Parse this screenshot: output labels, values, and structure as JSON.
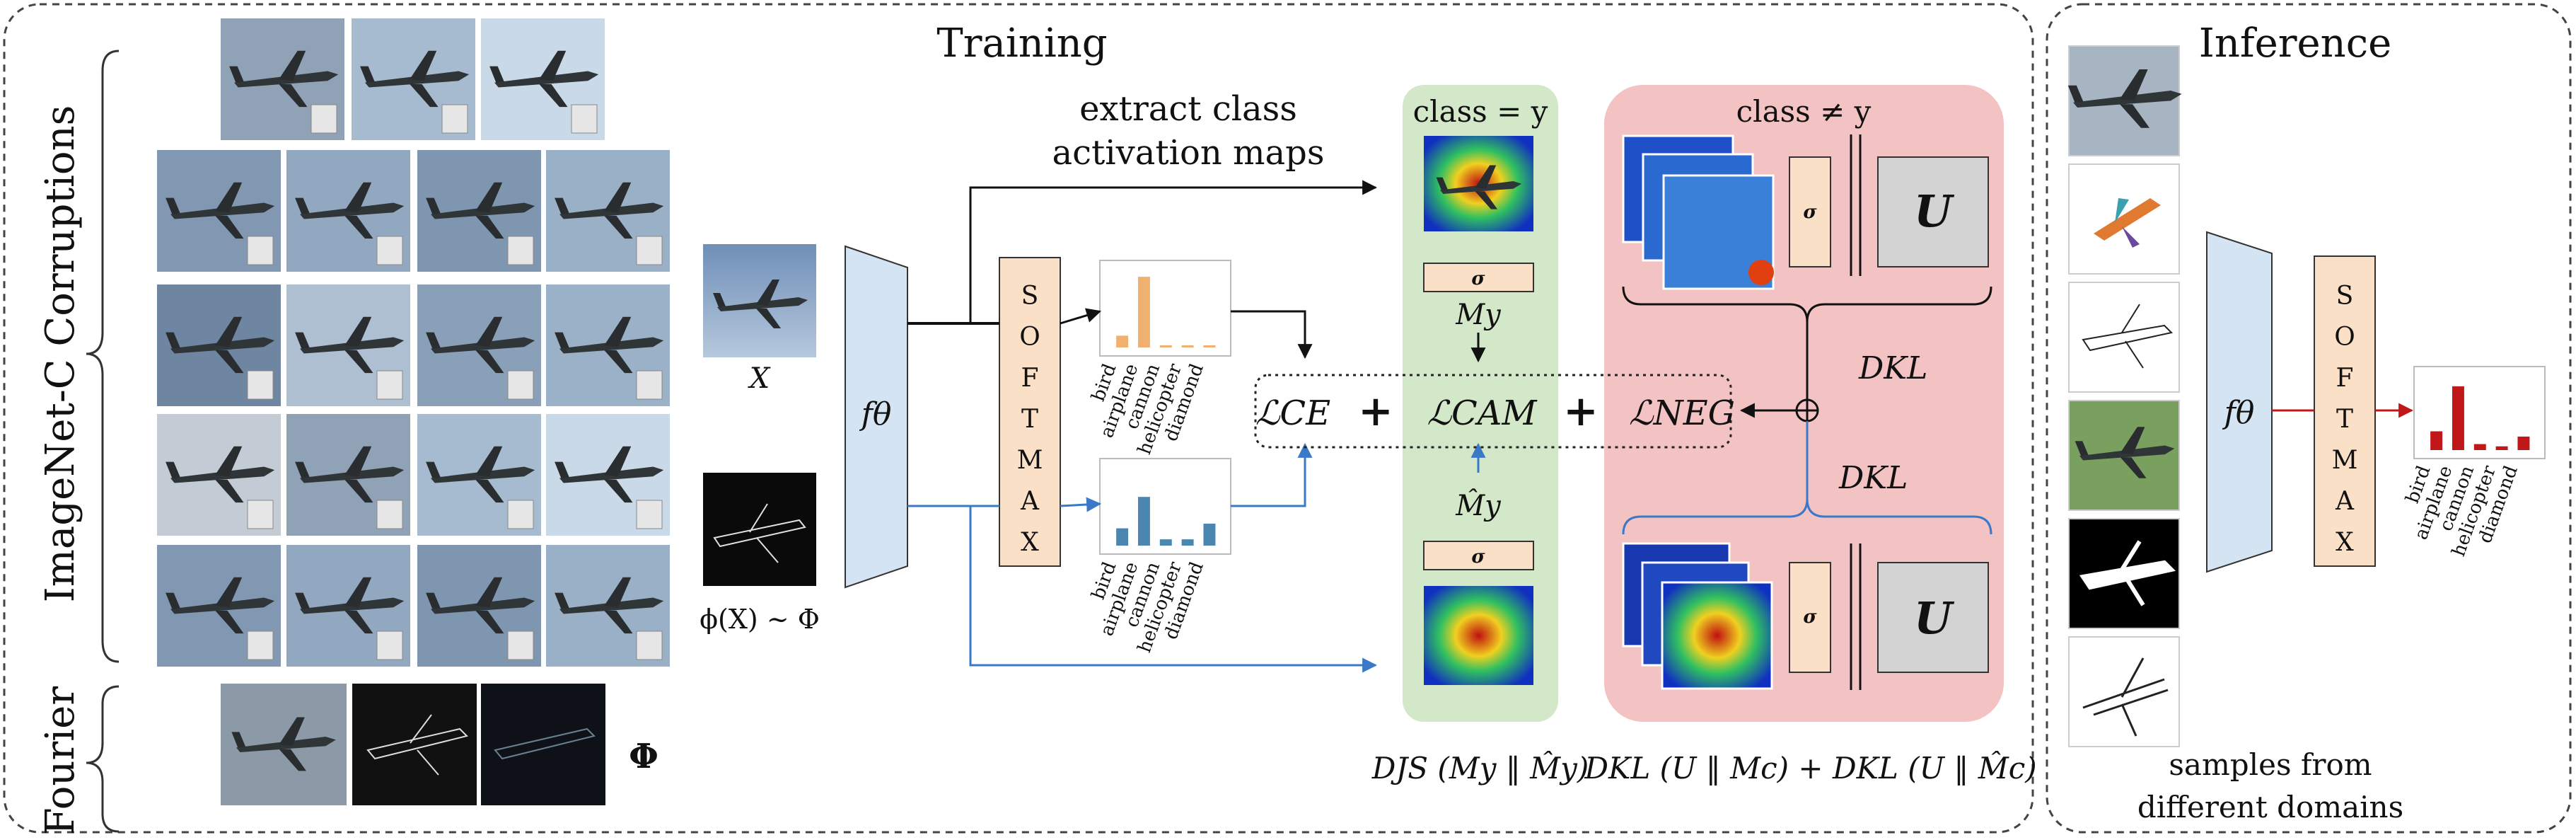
{
  "training": {
    "title": "Training",
    "corruptions_label": "ImageNet-C Corruptions",
    "fourier_label": "Fourier",
    "phi_symbol": "Φ",
    "x_label": "X",
    "phi_x_label": "ϕ(X) ~ Φ",
    "f_theta": "fθ",
    "softmax_letters": [
      "S",
      "O",
      "F",
      "T",
      "M",
      "A",
      "X"
    ],
    "classes": [
      "bird",
      "airplane",
      "cannon",
      "helicopter",
      "diamond"
    ],
    "cam_text_line1": "extract class",
    "cam_text_line2": "activation maps",
    "class_eq": "class = y",
    "class_neq": "class ≠ y",
    "sigma": "σ",
    "my": "My",
    "my_hat": "M̂y",
    "u": "U",
    "dkl": "DKL",
    "loss_ce": "ℒCE",
    "loss_cam": "ℒCAM",
    "loss_neg": "ℒNEG",
    "plus": "+",
    "djs_formula": "DJS (My ‖ M̂y)",
    "dkl_formula": "DKL (U ‖ Mc) + DKL (U ‖ M̂c)"
  },
  "inference": {
    "title": "Inference",
    "f_theta": "fθ",
    "softmax_letters": [
      "S",
      "O",
      "F",
      "T",
      "M",
      "A",
      "X"
    ],
    "classes": [
      "bird",
      "airplane",
      "cannon",
      "helicopter",
      "diamond"
    ],
    "caption_line1": "samples from",
    "caption_line2": "different domains"
  },
  "chart_data": [
    {
      "type": "bar",
      "categories": [
        "bird",
        "airplane",
        "cannon",
        "helicopter",
        "diamond"
      ],
      "values": [
        0.15,
        0.9,
        0.0,
        0.02,
        0.02
      ],
      "color": "#f0b070"
    },
    {
      "type": "bar",
      "categories": [
        "bird",
        "airplane",
        "cannon",
        "helicopter",
        "diamond"
      ],
      "values": [
        0.22,
        0.62,
        0.08,
        0.08,
        0.28
      ],
      "color": "#4a86b0"
    },
    {
      "type": "bar",
      "categories": [
        "bird",
        "airplane",
        "cannon",
        "helicopter",
        "diamond"
      ],
      "values": [
        0.25,
        0.85,
        0.08,
        0.05,
        0.18
      ],
      "color": "#c01818"
    }
  ],
  "colors": {
    "green_panel": "#d2e8c8",
    "red_panel": "#f3c3c3",
    "f_theta_fill": "#d5e4f2",
    "softmax_fill": "#fbe0c8",
    "u_fill": "#d3d3d3",
    "blue_arrow": "#3a78c8",
    "red_arrow": "#c01818"
  }
}
